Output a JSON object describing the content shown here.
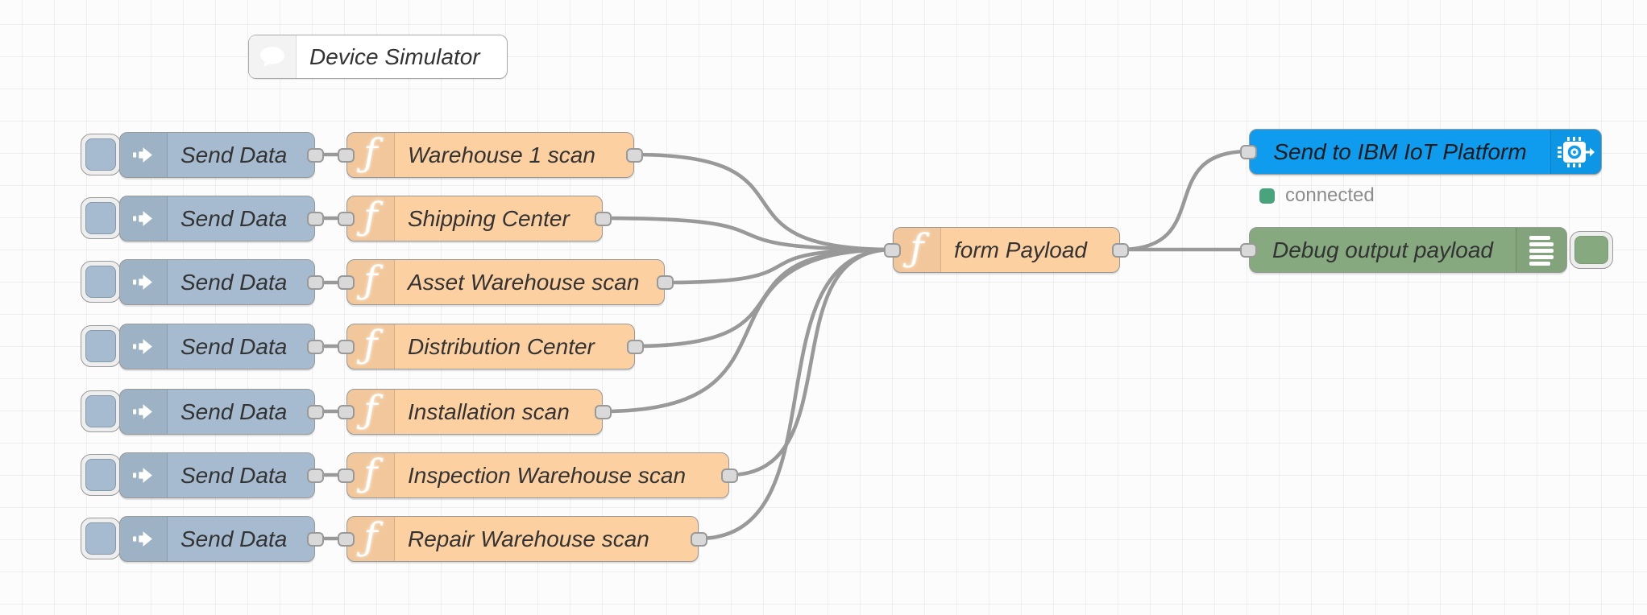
{
  "canvas": {
    "background_color": "#fcfcfc",
    "grid_color": "#eeeeee",
    "wire_color": "#999999"
  },
  "comment": {
    "label": "Device Simulator",
    "icon": "comment-icon"
  },
  "inject": {
    "label": "Send Data",
    "icon": "inject-arrow-icon",
    "color": "#a6bbcf",
    "count": 7
  },
  "icons": {
    "function_glyph": "ƒ"
  },
  "function_color": "#fdd0a2",
  "functions": [
    {
      "label": "Warehouse 1 scan"
    },
    {
      "label": "Shipping Center"
    },
    {
      "label": "Asset Warehouse scan"
    },
    {
      "label": "Distribution Center"
    },
    {
      "label": "Installation scan"
    },
    {
      "label": "Inspection Warehouse scan"
    },
    {
      "label": "Repair Warehouse scan"
    }
  ],
  "form_payload": {
    "label": "form Payload",
    "color": "#fdd0a2",
    "icon": "function-f-icon"
  },
  "iot_out": {
    "label": "Send to IBM IoT Platform",
    "color": "#0f9bee",
    "icon": "iot-chip-icon",
    "status_text": "connected",
    "status_color": "#49a47e"
  },
  "debug": {
    "label": "Debug output payload",
    "color": "#87a980",
    "icon": "debug-list-icon",
    "enabled": true
  }
}
